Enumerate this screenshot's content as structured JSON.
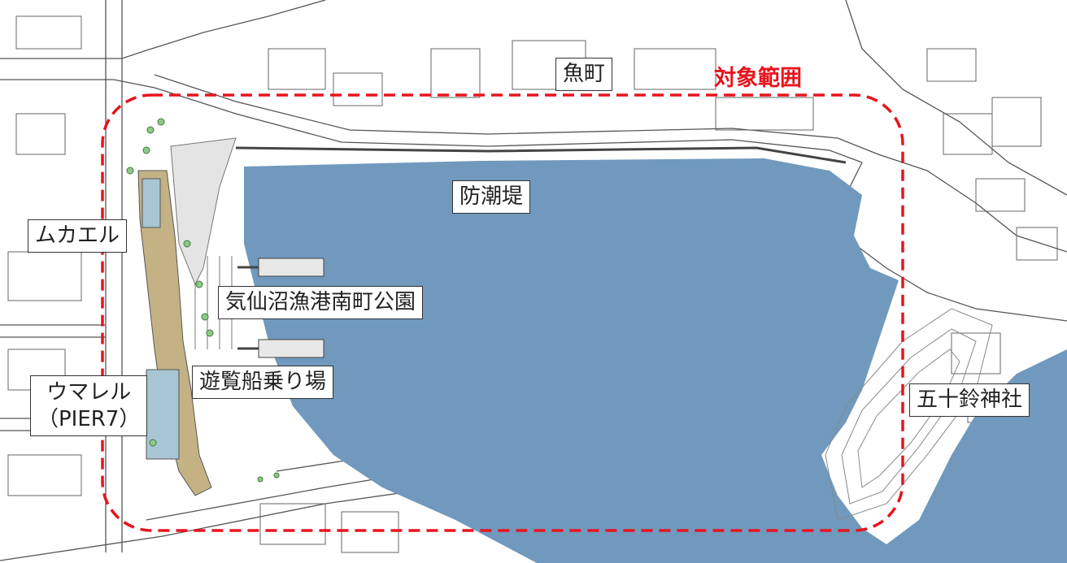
{
  "colors": {
    "water": "#7099bd",
    "pier": "#c4b285",
    "building": "#a8c5d4",
    "boundary": "#e8141e"
  },
  "area_title": "対象範囲",
  "labels": {
    "uoumachi": "魚町",
    "bouchoutei": "防潮堤",
    "mukaeru": "ムカエル",
    "park": "気仙沼漁港南町公園",
    "pier": "遊覧船乗り場",
    "umareru_1": "ウマレル",
    "umareru_2": "（PIER7）",
    "shrine": "五十鈴神社"
  }
}
